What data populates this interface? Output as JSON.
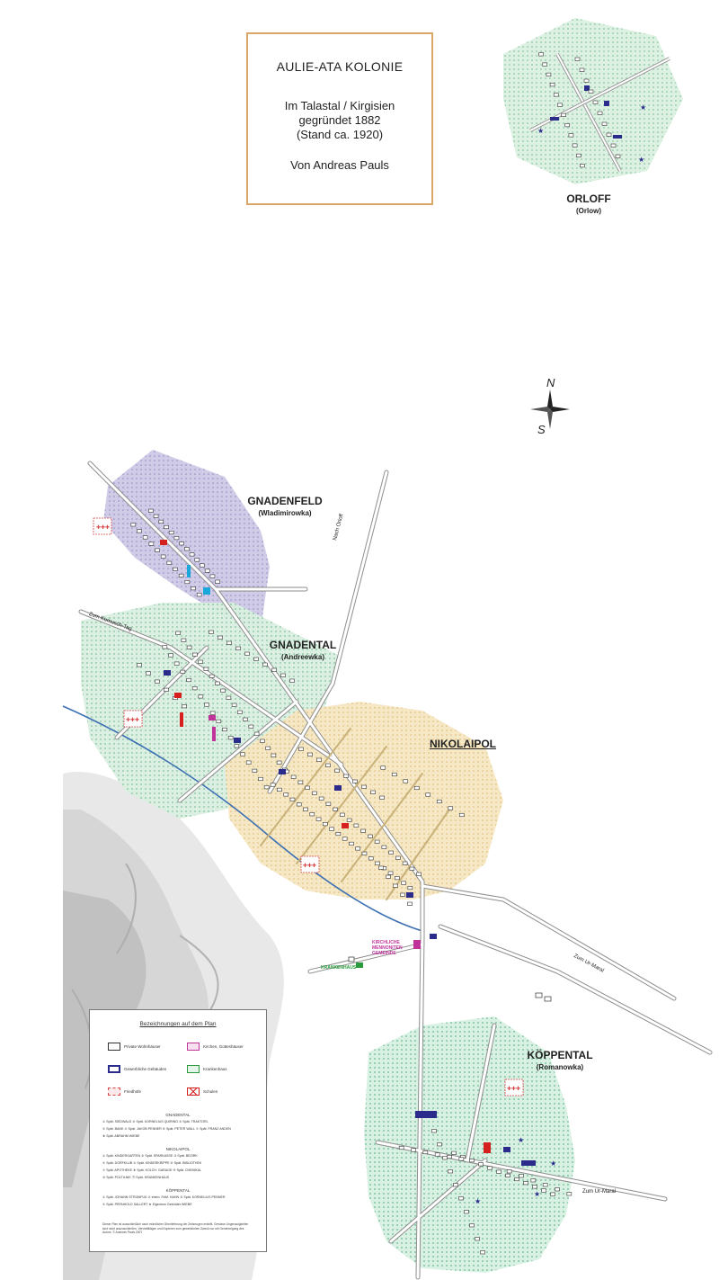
{
  "title_box": {
    "line1": "AULIE-ATA KOLONIE",
    "line2": "Im Talastal / Kirgisien",
    "line3": "gegründet 1882",
    "line4": "(Stand ca. 1920)",
    "line5": "Von Andreas Pauls"
  },
  "villages": {
    "orloff": {
      "name": "ORLOFF",
      "alt": "(Orlow)"
    },
    "gnadenfeld": {
      "name": "GNADENFELD",
      "alt": "(Wladimirowka)"
    },
    "gnadental": {
      "name": "GNADENTAL",
      "alt": "(Andreewka)"
    },
    "nikolaipol": {
      "name": "NIKOLAIPOL"
    },
    "koeppental": {
      "name": "KÖPPENTAL",
      "alt": "(Romanowka)"
    }
  },
  "compass": {
    "north": "N",
    "south": "S"
  },
  "roads": {
    "nach_orloff": "Nach Orloff",
    "zum_kumusch_tag": "Zum Kumusch-Tag",
    "zum_ur_maral_1": "Zum Ur-Maral",
    "zum_ur_maral_2": "Zum Ur-Maral"
  },
  "buildings": {
    "krankenhaus": "KRANKENHAUS",
    "kirchliche": "KIRCHLICHE MENNONITEN GEMEINDE"
  },
  "legend": {
    "title": "Bezeichnungen auf dem Plan",
    "items": [
      {
        "label": "Private Wohnhäuser",
        "icon": "house-icon",
        "color": "#333333"
      },
      {
        "label": "Kirchen, Gotteshäuser",
        "icon": "church-icon",
        "color": "#c0349a"
      },
      {
        "label": "Gewerbliche Gebäuden",
        "icon": "commercial-icon",
        "color": "#2b2b8c"
      },
      {
        "label": "Krankenhaus",
        "icon": "hospital-icon",
        "color": "#2a9a3c"
      },
      {
        "label": "Friedhöfe",
        "icon": "cemetery-icon",
        "color": "#d64545"
      },
      {
        "label": "Schulen",
        "icon": "school-icon",
        "color": "#d62020"
      }
    ],
    "sections": [
      {
        "name": "GNADENTAL",
        "rows": [
          "① Spät. SIEDWALD   ② Spät. KORNELIUS QUIRING   ③ Spät. TRAKTORL",
          "④ Spät. BANK   ⑤ Spät. JAKOB PENNER   ⑥ Spät. PETER WALL   ⑦ Spät. FRANZ ANDEN",
          "⑧ Spät. ABRAHM WIEBE"
        ]
      },
      {
        "name": "NIKOLAIPOL",
        "rows": [
          "① Spät. KINDERGARTEN   ② Spät. SPARKASSE   ③ Spät. BEZIRK",
          "④ Spät. DORFKLUB   ⑤ Spät. KINDERKRIPPE   ⑥ Spät. BIBLIOTHEK",
          "⑦ Spät. APOTHEKE   ⑧ Spät. KOLCH. GARAGE   ⑨ Spät. CHEMIKAL",
          "⑩ Spät. POLTILNIK   ⑪ Spät. KRANKENHAUS"
        ]
      },
      {
        "name": "KÖPPENTAL",
        "rows": [
          "① Spät. JOHANN STROMFUß   ② ehem. FAM. HAHN   ③ Spät. KORNELIUS PENNER",
          "④ Spät. PERNHOLD SALLERT   ★ Eigentum Gebrüder WIEBE"
        ]
      }
    ],
    "footnote": "Dieser Plan ist ausschließlich nach mündlicher Überlieferung der Zeitzeugen erstellt. Gewisse Ungenauigkeiten sind nicht auszuschließen. Vervielfältigen und Kopieren zum gewerblichen Zweck nur mit Genehmigung des Autors. © Andreas Pauls 2007"
  },
  "colors": {
    "gnadenfeld_fill": "#bdb6dc",
    "gnadental_fill": "#bfe0c8",
    "nikolaipol_fill": "#f2dca6",
    "koeppental_fill": "#bfe6cf",
    "river": "#3d6fb3",
    "road": "#9a9a9a",
    "school": "#d62020",
    "church": "#c0349a",
    "commercial": "#2b2b8c",
    "hospital": "#2a9a3c",
    "cyan_building": "#1aa7d9"
  }
}
